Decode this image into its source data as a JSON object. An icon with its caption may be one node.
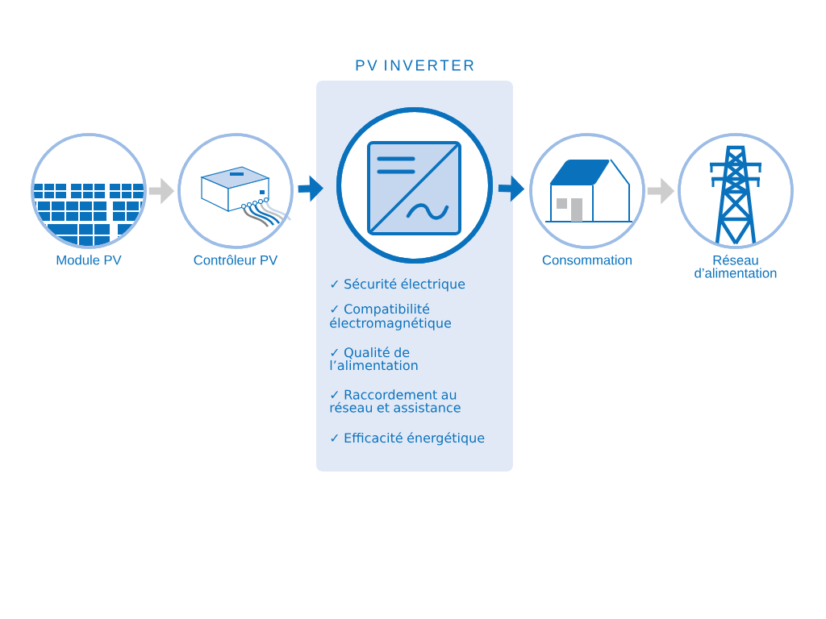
{
  "diagram": {
    "nodes": [
      {
        "text": [
          "Module PV"
        ]
      },
      {
        "text": [
          "Contrôleur PV"
        ]
      },
      {
        "text": [
          "PV INVERTER",
          "✓ Sécurité électrique",
          "✓ Compatibilité électromagnétique",
          "✓ Qualité de l’alimentation",
          "✓ Raccordement au réseau et assistance",
          "✓ Efficacité énergétique"
        ]
      },
      {
        "text": [],
        "shape": "circle",
        "in": 2
      },
      {
        "text": [
          "Consommation"
        ]
      },
      {
        "text": [
          "Réseau d’alimentation"
        ]
      }
    ],
    "edges": [
      {
        "from": 0,
        "to": 1,
        "arrow": "to",
        "color": "#cdcdcd"
      },
      {
        "from": 1,
        "to": 3,
        "arrow": "to",
        "color": "#0a72bd"
      },
      {
        "from": 3,
        "to": 4,
        "arrow": "to",
        "color": "#0a72bd"
      },
      {
        "from": 4,
        "to": 5,
        "arrow": "to",
        "color": "#cdcdcd"
      }
    ]
  }
}
